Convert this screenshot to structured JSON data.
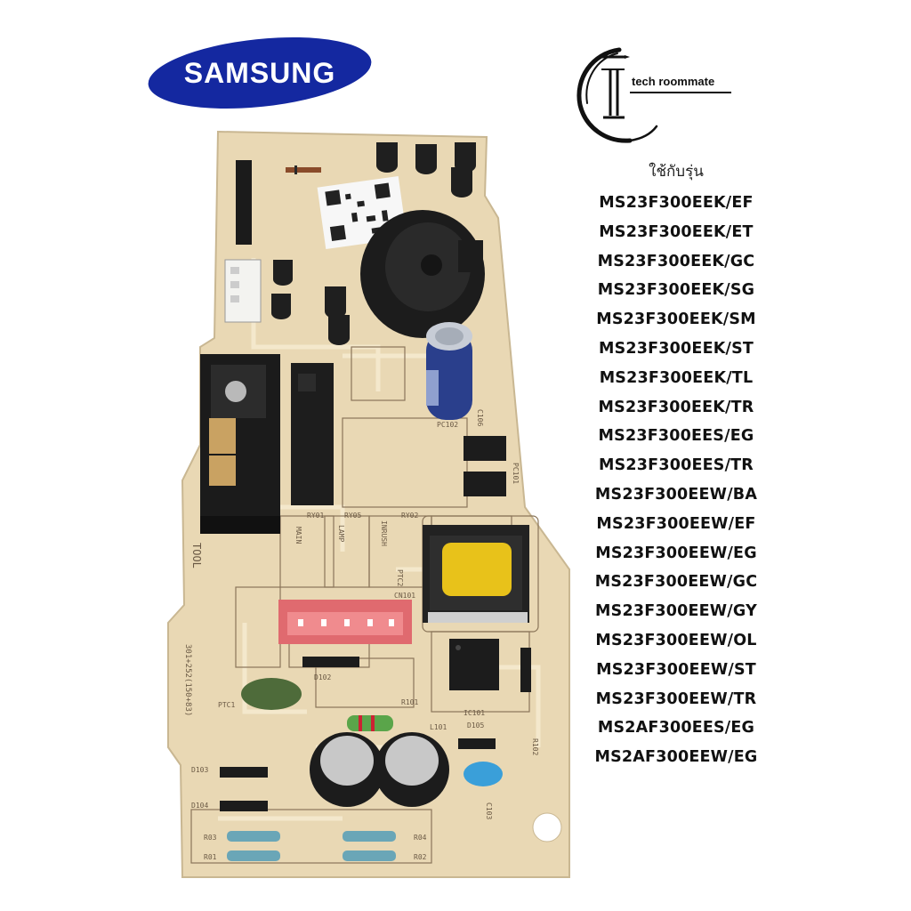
{
  "brand": {
    "logo_text": "SAMSUNG",
    "logo_color": "#1428a0"
  },
  "shop": {
    "logo_text": "tech roommate"
  },
  "models": {
    "header": "ใช้กับรุ่น",
    "items": [
      "MS23F300EEK/EF",
      "MS23F300EEK/ET",
      "MS23F300EEK/GC",
      "MS23F300EEK/SG",
      "MS23F300EEK/SM",
      "MS23F300EEK/ST",
      "MS23F300EEK/TL",
      "MS23F300EEK/TR",
      "MS23F300EES/EG",
      "MS23F300EES/TR",
      "MS23F300EEW/BA",
      "MS23F300EEW/EF",
      "MS23F300EEW/EG",
      "MS23F300EEW/GC",
      "MS23F300EEW/GY",
      "MS23F300EEW/OL",
      "MS23F300EEW/ST",
      "MS23F300EEW/TR",
      "MS2AF300EES/EG",
      "MS2AF300EEW/EG"
    ]
  },
  "pcb_labels": {
    "main": "MAIN",
    "tool": "TOOL",
    "lamp": "LAMP",
    "inrush": "INRUSH",
    "ptc1": "PTC1",
    "ptc2": "PTC2",
    "ry01": "RY01",
    "ry02": "RY02",
    "ry05": "RY05",
    "cn101": "CN101",
    "ic101": "IC101",
    "l101": "L101",
    "d102": "D102",
    "d103": "D103",
    "d104": "D104",
    "d105": "D105",
    "r101": "R101",
    "r102": "R102",
    "r01": "R01",
    "r02": "R02",
    "r03": "R03",
    "r04": "R04",
    "c103": "C103",
    "c106": "C106",
    "pc101": "PC101",
    "pc102": "PC102",
    "formula": "301+252(150+83)"
  },
  "colors": {
    "pcb_base": "#e9d8b4",
    "pcb_trace": "#f3e6c8",
    "silkscreen": "#6b5a45",
    "relay": "#1b1b1b",
    "capacitor_blue": "#2a3f8c",
    "coil_yellow": "#e8c21a",
    "connector_red": "#e06a6f",
    "ptc_green": "#4e6b3a"
  }
}
